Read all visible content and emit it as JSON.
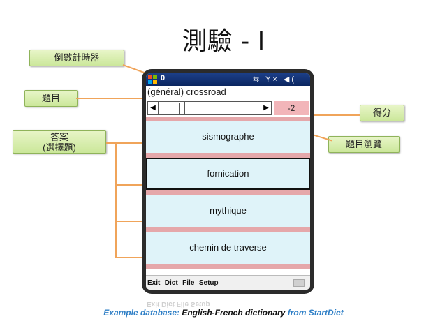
{
  "slide": {
    "title": "測驗 - I",
    "caption_prefix": "Example database: ",
    "caption_main": "English-French dictionary",
    "caption_suffix": " from StartDict"
  },
  "callouts": {
    "timer": "倒數計時器",
    "question": "題目",
    "answers_line1": "答案",
    "answers_line2": "(選擇題)",
    "score": "得分",
    "browse": "題目瀏覽"
  },
  "device": {
    "timer_value": "0",
    "status_icons": "⇆ Y× ◀(",
    "question": "(général) crossroad",
    "score": "-2",
    "answers": [
      {
        "label": "sismographe"
      },
      {
        "label": "fornication"
      },
      {
        "label": "mythique"
      },
      {
        "label": "chemin de traverse"
      }
    ],
    "menu": [
      "Exit",
      "Dict",
      "File",
      "Setup"
    ],
    "reflection_text": "Exit Dict File Setup"
  },
  "colors": {
    "callout_fill": "#cbe79a",
    "arrow": "#f0a45a",
    "answer_bg": "#dff3f9",
    "separator": "#e5a7aa",
    "caption_accent": "#2f7fc6"
  }
}
